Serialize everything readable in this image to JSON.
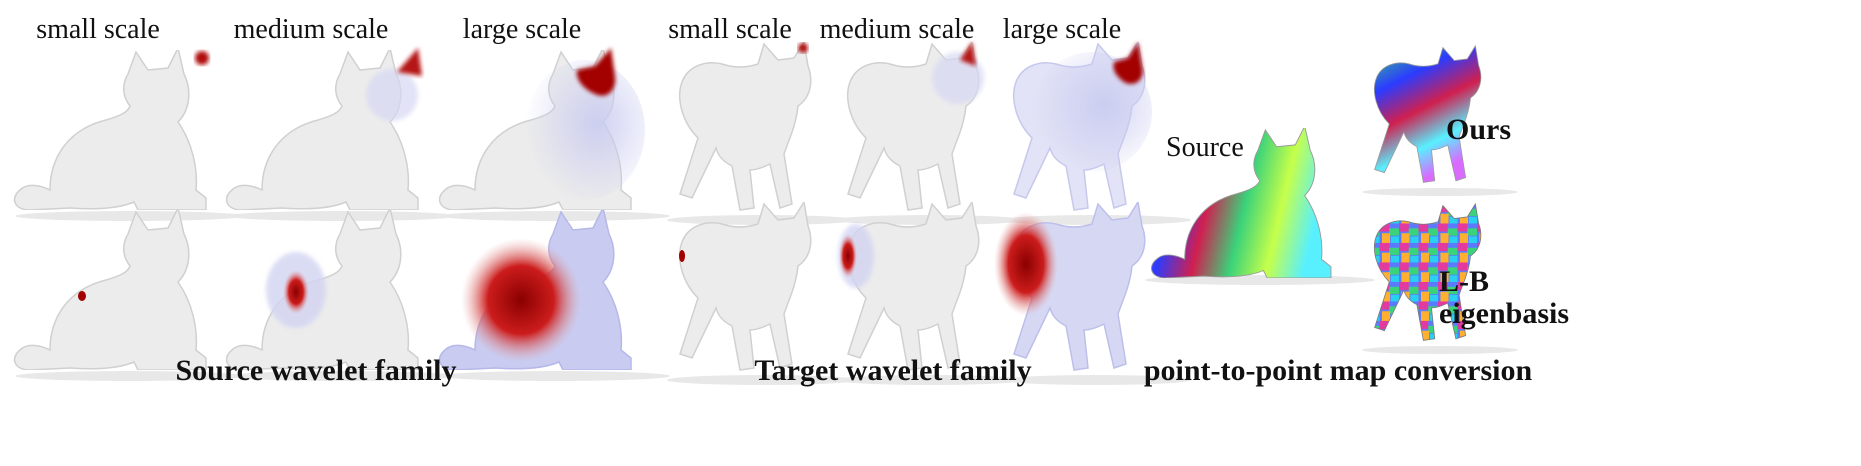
{
  "source_family": {
    "scale_labels": [
      "small scale",
      "medium scale",
      "large scale"
    ],
    "caption": "Source wavelet family"
  },
  "target_family": {
    "scale_labels": [
      "small scale",
      "medium scale",
      "large scale"
    ],
    "caption": "Target wavelet family"
  },
  "conversion": {
    "source_label": "Source",
    "ours_label": "Ours",
    "lb_label_line1": "L-B",
    "lb_label_line2": "eigenbasis",
    "caption": "point-to-point map conversion"
  },
  "colors": {
    "mesh": "#ececec",
    "wavelet_hot": "#a30000",
    "wavelet_cold": "#c9cbf0"
  }
}
